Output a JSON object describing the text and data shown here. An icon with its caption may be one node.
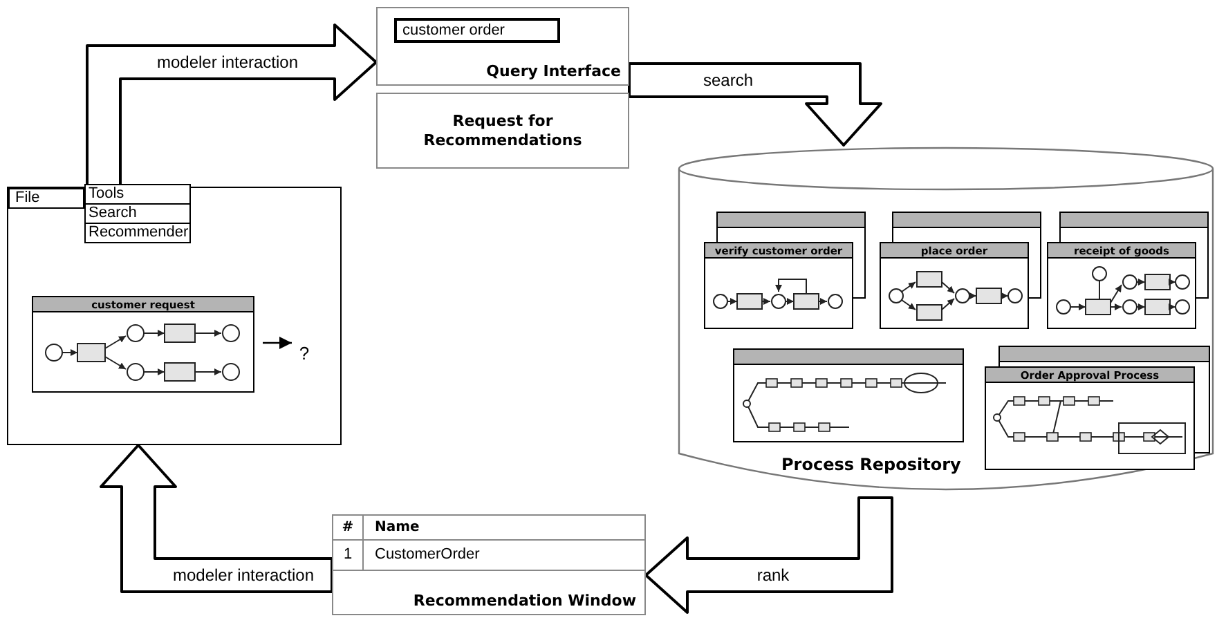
{
  "diagram": {
    "nodes": [
      {
        "text": [
          "File",
          "Tools",
          "Search",
          "Recommender"
        ]
      },
      {
        "text": [
          "customer request"
        ],
        "in": 0
      },
      {
        "text": [
          "?"
        ],
        "in": 0
      },
      {
        "text": [
          "customer order",
          "Query Interface"
        ]
      },
      {
        "text": [
          "Request for Recommendations"
        ]
      },
      {
        "text": [
          "Process Repository"
        ]
      },
      {
        "text": [
          "verify customer order"
        ],
        "in": 5
      },
      {
        "text": [
          "place order"
        ],
        "in": 5
      },
      {
        "text": [
          "receipt of goods"
        ],
        "in": 5
      },
      {
        "text": [],
        "shape": "box",
        "in": 5
      },
      {
        "text": [
          "Order Approval Process"
        ],
        "in": 5
      },
      {
        "text": [
          "#",
          "Name",
          "1",
          "CustomerOrder",
          "Recommendation Window"
        ]
      }
    ],
    "edges": [
      {
        "from": 0,
        "to": 3,
        "arrow": "to",
        "label": "modeler interaction",
        "style": "thick"
      },
      {
        "from": 3,
        "to": 5,
        "arrow": "to",
        "label": "search",
        "style": "thick"
      },
      {
        "from": 5,
        "to": 11,
        "arrow": "to",
        "label": "rank",
        "style": "thick"
      },
      {
        "from": 11,
        "to": 0,
        "arrow": "to",
        "label": "modeler interaction",
        "style": "thick"
      },
      {
        "from": 1,
        "to": 2,
        "arrow": "to"
      }
    ]
  }
}
